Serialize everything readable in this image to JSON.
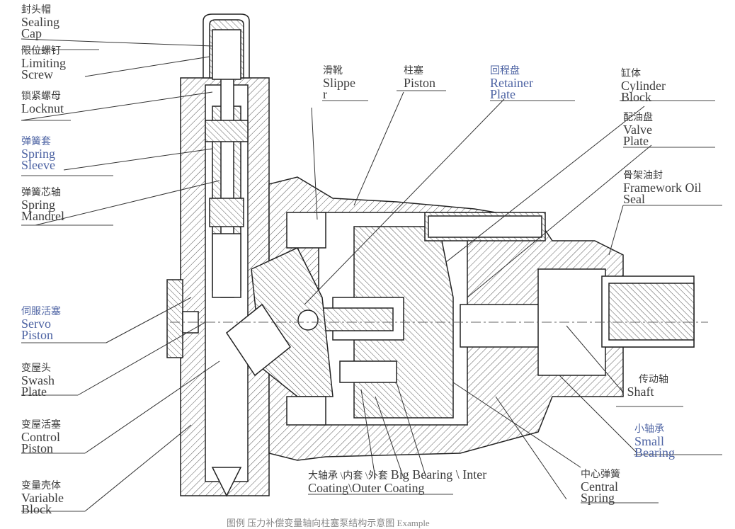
{
  "labels": {
    "sealing_cap": {
      "zh": "封头帽",
      "en1": "Sealing",
      "en2": "Cap"
    },
    "limiting_screw": {
      "zh": "限位螺钉",
      "en1": "Limiting",
      "en2": "Screw"
    },
    "locknut": {
      "zh": "锁紧螺母",
      "en1": "Locknut"
    },
    "spring_sleeve": {
      "zh": "弹簧套",
      "en1": "Spring",
      "en2": "Sleeve"
    },
    "spring_mandrel": {
      "zh": "弹簧芯轴",
      "en1": "Spring",
      "en2": "Mandrel"
    },
    "servo_piston": {
      "zh": "伺服活塞",
      "en1": "Servo",
      "en2": "Piston"
    },
    "swash_plate": {
      "zh": "变屋头",
      "en1": "Swash",
      "en2": "Plate"
    },
    "control_piston": {
      "zh": "变屋活塞",
      "en1": "Control",
      "en2": "Piston"
    },
    "variable_block": {
      "zh": "变量壳体",
      "en1": "Variable",
      "en2": "Block"
    },
    "slipper": {
      "zh": "滑靴",
      "en1": "Slippe",
      "en2": "r"
    },
    "piston": {
      "zh": "柱塞",
      "en1": "Piston"
    },
    "retainer_plate": {
      "zh": "回程盘",
      "en1": "Retainer",
      "en2": "Plate"
    },
    "cylinder_block": {
      "zh": "缸体",
      "en1": "Cylinder",
      "en2": "Block"
    },
    "valve_plate": {
      "zh": "配油盘",
      "en1": "Valve",
      "en2": "Plate"
    },
    "framework_oil_seal": {
      "zh": "骨架油封",
      "en1": "Framework Oil",
      "en2": "Seal"
    },
    "shaft": {
      "zh": "传动轴",
      "en1": "\\ Shaft"
    },
    "small_bearing": {
      "zh": "小轴承",
      "en1": "Small",
      "en2": "Bearing"
    },
    "big_bearing": {
      "zh": "大轴承 \\内套 \\外套",
      "en_inline": "Big Bearing \\ Inter",
      "en2": "Coating\\Outer Coating"
    },
    "central_spring": {
      "zh": "中心弹簧",
      "en1": "Central",
      "en2": "Spring"
    }
  },
  "caption": "图例 压力补偿变量轴向柱塞泵结构示意图 Example"
}
